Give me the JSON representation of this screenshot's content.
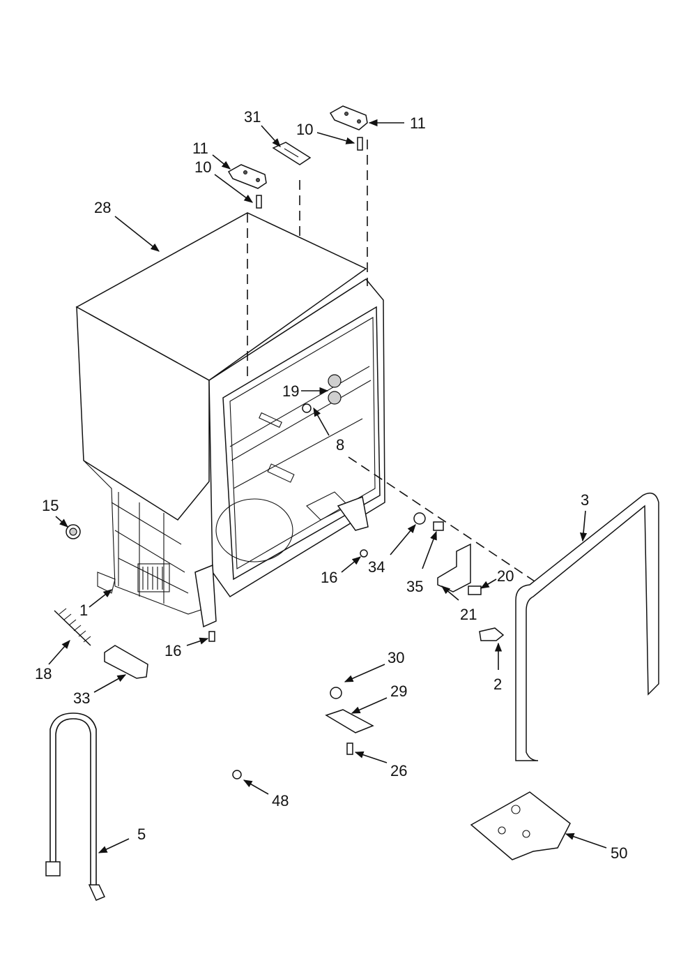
{
  "callouts": {
    "c11a": "11",
    "c11b": "11",
    "c10a": "10",
    "c10b": "10",
    "c31": "31",
    "c28": "28",
    "c19": "19",
    "c8": "8",
    "c15": "15",
    "c1": "1",
    "c16a": "16",
    "c16b": "16",
    "c18": "18",
    "c33": "33",
    "c34": "34",
    "c35": "35",
    "c20": "20",
    "c21": "21",
    "c3": "3",
    "c2": "2",
    "c30": "30",
    "c29": "29",
    "c26": "26",
    "c48": "48",
    "c5": "5",
    "c50": "50"
  }
}
